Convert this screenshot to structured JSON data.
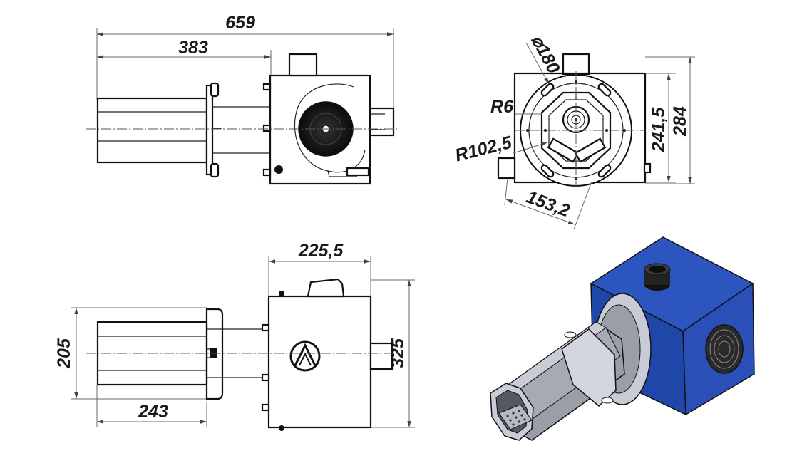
{
  "dimensions": {
    "side_overall_length": "659",
    "side_tube_length": "383",
    "front_diameter": "⌀180",
    "front_fillet_radius": "R6",
    "front_flange_radius": "R102,5",
    "front_span": "153,2",
    "front_inner_height": "241,5",
    "front_height": "284",
    "top_box_width": "225,5",
    "top_tube_width": "205",
    "top_tube_length": "243",
    "top_box_depth": "325"
  },
  "colors": {
    "housing_blue": "#2c55bf",
    "housing_blue_dark": "#1a3a8e",
    "steel_light": "#c9ccd6",
    "steel_mid": "#9a9ea9",
    "steel_dark": "#55585f",
    "line": "#111111"
  }
}
